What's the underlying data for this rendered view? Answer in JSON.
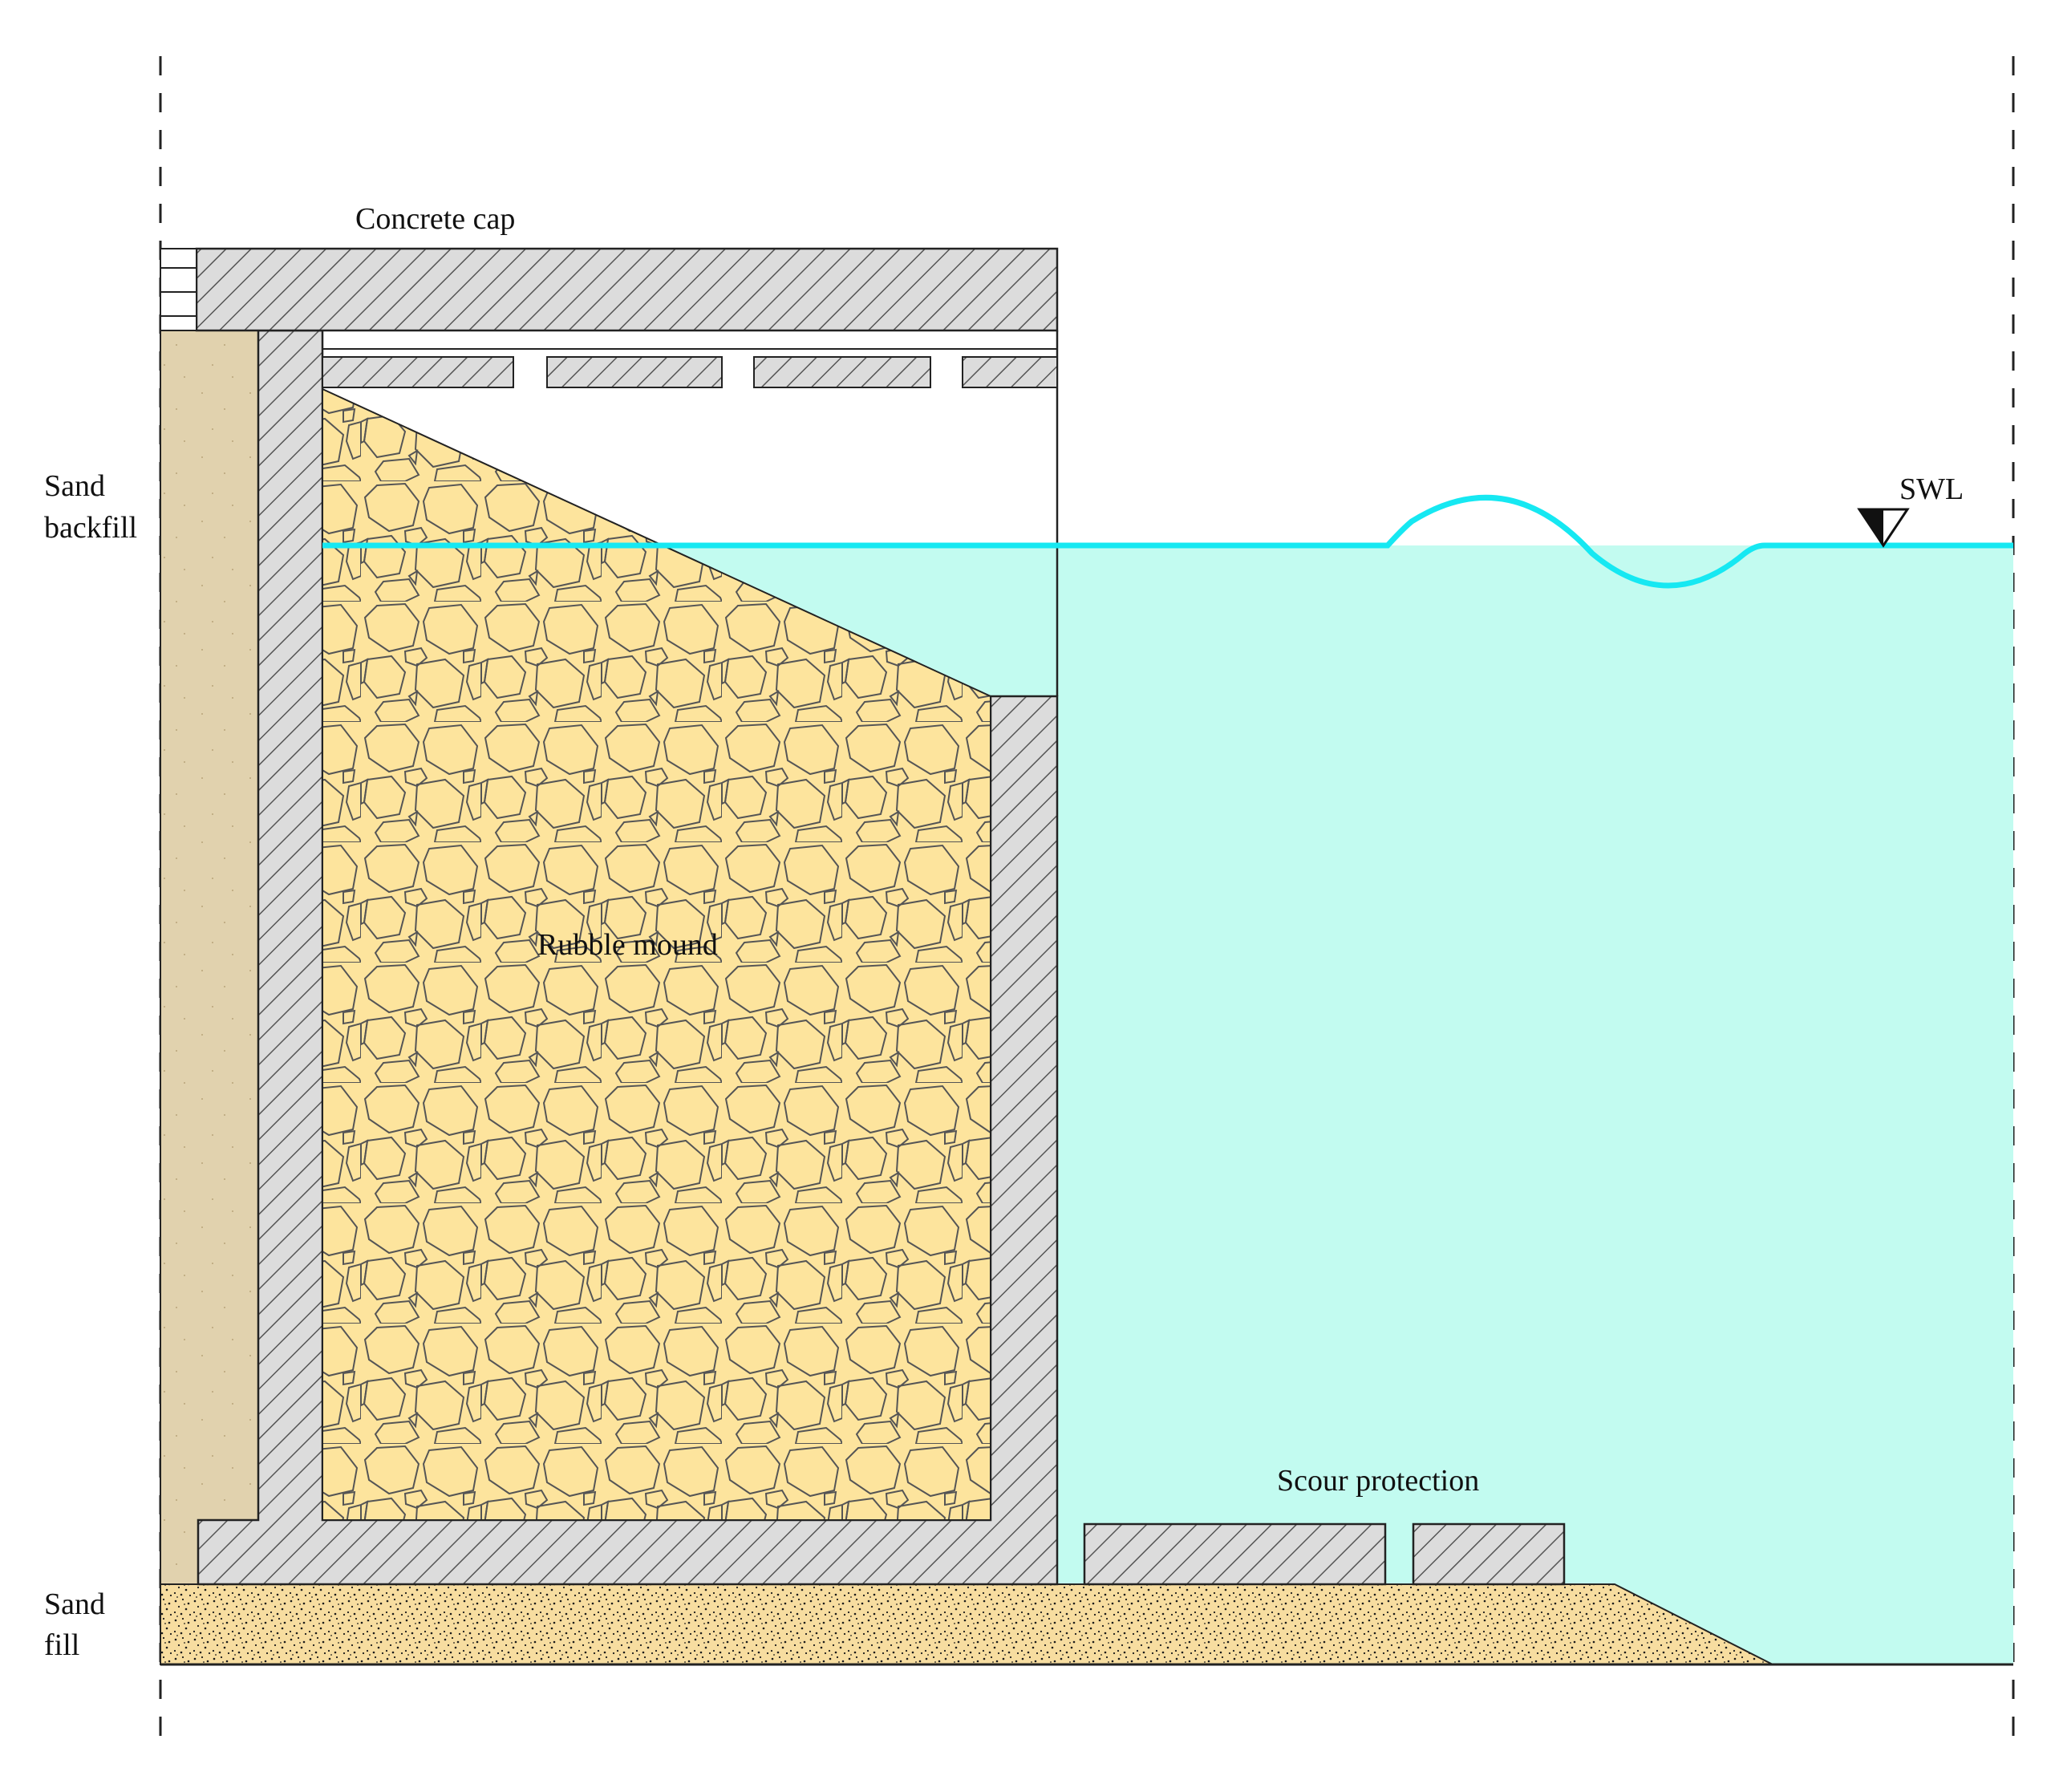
{
  "labels": {
    "concrete_cap": "Concrete cap",
    "sand_backfill_line1": "Sand",
    "sand_backfill_line2": "backfill",
    "rubble_mound": "Rubble mound",
    "swl": "SWL",
    "scour_protection": "Scour protection",
    "sand_fill_line1": "Sand",
    "sand_fill_line2": "fill"
  },
  "colors": {
    "water_fill": "#c2fbf0",
    "water_line": "#16e8f2",
    "rubble_fill": "#fde49d",
    "rubble_stroke": "#555555",
    "sand_backfill": "#e1d2ae",
    "sand_fill": "#f7dda0",
    "concrete_fill": "#dcdcdc",
    "hatch_stroke": "#555555",
    "outline": "#222222"
  }
}
